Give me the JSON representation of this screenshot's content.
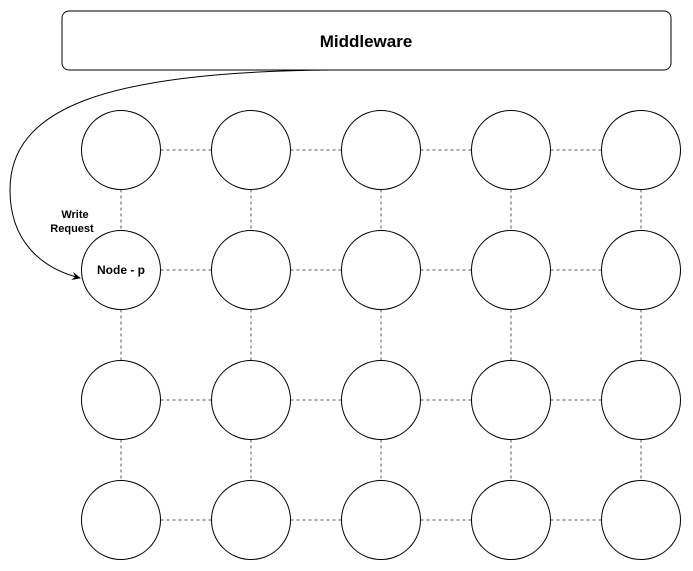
{
  "middleware": {
    "label": "Middleware"
  },
  "edge": {
    "label_line1": "Write",
    "label_line2": "Request"
  },
  "grid": {
    "rows": 4,
    "cols": 5,
    "labeled_node": {
      "row": 1,
      "col": 0,
      "label": "Node - p"
    }
  },
  "colors": {
    "stroke": "#000000",
    "fill": "#ffffff",
    "dash": "#555555"
  }
}
